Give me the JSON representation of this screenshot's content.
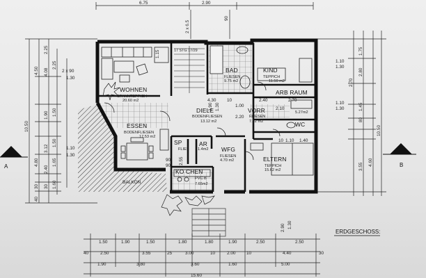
{
  "plan": {
    "title": "ERDGESCHOSS:",
    "section_left": "A",
    "section_right": "B",
    "rooms": {
      "wohnen": {
        "name": "WOHNEN",
        "floor": "SPANNTEPPICH",
        "area": "20.60 m2"
      },
      "bad": {
        "name": "BAD",
        "floor": "FLIESEN",
        "area": "9.75 m2"
      },
      "kind": {
        "name": "KIND",
        "floor": "TEPPICH",
        "area": "11.50 m2"
      },
      "arb": {
        "name": "ARB RAUM",
        "area": "5.27m2"
      },
      "diele": {
        "name": "DIELE",
        "floor": "BODENFLIESEN",
        "area": "13.12 m2"
      },
      "vorr": {
        "name": "VORR",
        "floor": "FLIESEN",
        "area": "7.32 m2"
      },
      "wc": {
        "name": "WC"
      },
      "essen": {
        "name": "ESSEN",
        "floor": "BODENFLIESEN",
        "area": "17.53 m2"
      },
      "sp": {
        "name": "SP",
        "floor": "FLIES"
      },
      "ar": {
        "name": "AR",
        "area": "1.4m2"
      },
      "wfg": {
        "name": "WFG",
        "floor": "FLIESEN",
        "area": "4.70 m2"
      },
      "eltern": {
        "name": "ELTERN",
        "floor": "TEPPICH",
        "area": "15.62 m2"
      },
      "kochen": {
        "name": "KO CHEN",
        "floor": "PVC B",
        "area": "7.65m2"
      },
      "balkon": {
        "name": "BALKON"
      },
      "stair": {
        "label": "17 STG 17/29"
      }
    },
    "dims_top": [
      "6.75",
      "2.90"
    ],
    "dims_top_v": [
      "2 x 6.5",
      "90"
    ],
    "dims_bottom_row1": [
      "1.50",
      "1.90",
      "1.50",
      "1.80",
      "1.80",
      "1.90",
      "2.50",
      "2.50"
    ],
    "dims_bottom_row2": [
      "40",
      "2.50",
      "3.55",
      "25",
      "3.00",
      "10",
      "2.00",
      "10",
      "4.40",
      "30"
    ],
    "dims_bottom_row3": [
      "1.90",
      "3.80",
      "3.60",
      "1.60",
      "5.00"
    ],
    "dims_bottom_total": "15.60",
    "dims_left_outer": [
      "10.50",
      "4.50",
      "4.80"
    ],
    "dims_left_mid": [
      "4.08",
      "2.25",
      "1.50",
      "3.12",
      "1.50",
      "1.90",
      "2.25",
      "1.65",
      "2.40",
      "1.60",
      "30",
      "30",
      "40"
    ],
    "dims_left_win": [
      "2 x 90",
      "1.30",
      "1.10",
      "1.30"
    ],
    "dims_right_mid": [
      "1.75",
      "2.80",
      "2.70",
      "80",
      "1.45",
      "4.60",
      "3.55",
      "1.10",
      "1.30",
      "1.10",
      "1.30"
    ],
    "dims_right_outer": [
      "10.50"
    ],
    "dims_inner": [
      "4.30",
      "10",
      "1.00",
      "2.40",
      "2.70",
      "2.20",
      "2.10",
      "1.15",
      "90",
      "90",
      "2.55",
      "2.90",
      "1.30",
      "2.90",
      "1.30",
      "10",
      "1.10",
      "1.40"
    ]
  }
}
